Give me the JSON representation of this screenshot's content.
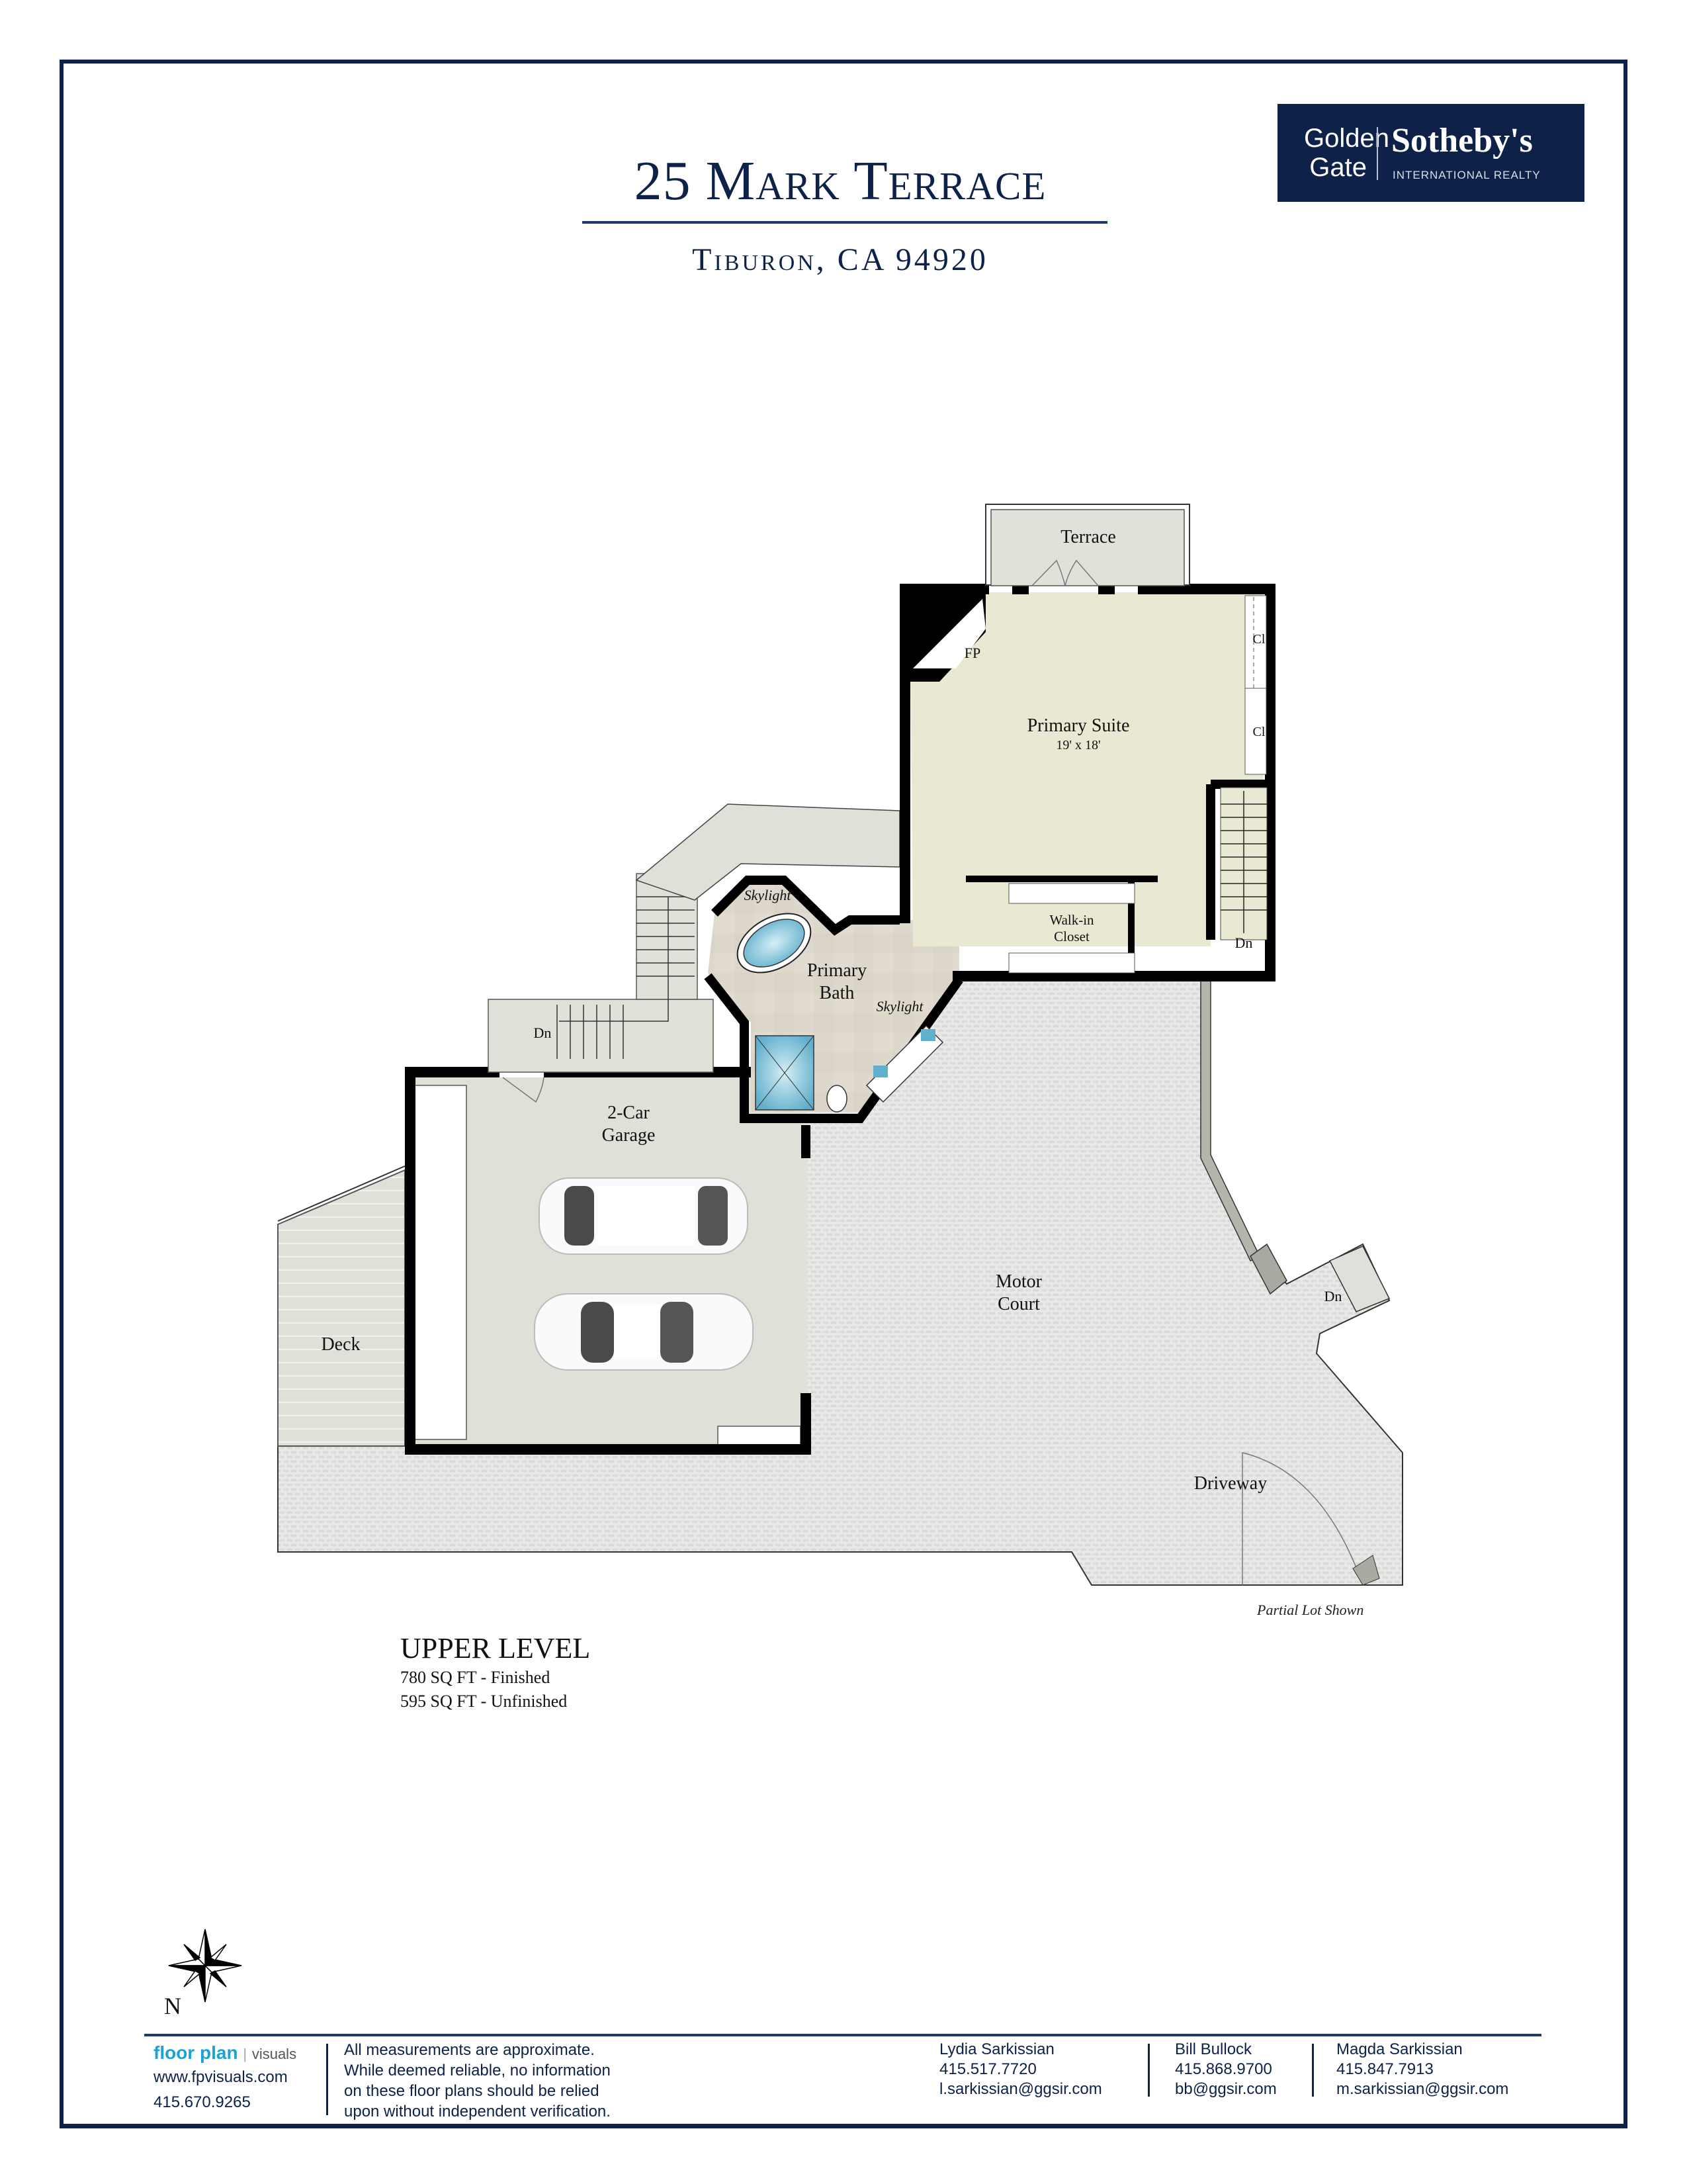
{
  "header": {
    "title": "25 Mark Terrace",
    "subtitle": "Tiburon, CA 94920"
  },
  "logo": {
    "line1": "Golden",
    "line2": "Gate",
    "brand": "Sotheby's",
    "tagline": "INTERNATIONAL REALTY",
    "background": "#0d2149"
  },
  "floor_plan": {
    "rooms": {
      "terrace": "Terrace",
      "fireplace": "FP",
      "primary_suite": "Primary Suite",
      "primary_suite_dims": "19' x 18'",
      "closet_1": "Cl",
      "closet_2": "Cl",
      "walk_in_closet_line1": "Walk-in",
      "walk_in_closet_line2": "Closet",
      "stair_down_east": "Dn",
      "skylight_1": "Skylight",
      "skylight_2": "Skylight",
      "primary_bath_line1": "Primary",
      "primary_bath_line2": "Bath",
      "stair_down_west": "Dn",
      "garage_line1": "2-Car",
      "garage_line2": "Garage",
      "motor_court_line1": "Motor",
      "motor_court_line2": "Court",
      "stair_down_court": "Dn",
      "deck": "Deck",
      "driveway": "Driveway"
    },
    "note": "Partial Lot Shown",
    "colors": {
      "wall": "#000000",
      "suite_floor": "#e9e8d3",
      "bath_floor": "#ddd9cc",
      "garage_floor": "#e0e0d8",
      "paving": "#e4e4e2",
      "water": "#7fc1d8"
    }
  },
  "level": {
    "name": "UPPER LEVEL",
    "finished": "780 SQ FT - Finished",
    "unfinished": "595 SQ FT - Unfinished"
  },
  "compass": {
    "label": "N"
  },
  "footer": {
    "company": {
      "brand_bold": "floor plan",
      "brand_sep": "|",
      "brand_light": "visuals",
      "website": "www.fpvisuals.com",
      "phone": "415.670.9265"
    },
    "disclaimer": [
      "All measurements are approximate.",
      "While deemed reliable, no information",
      "on these floor plans should be relied",
      "upon without independent verification."
    ],
    "agents": [
      {
        "name": "Lydia Sarkissian",
        "phone": "415.517.7720",
        "email": "l.sarkissian@ggsir.com"
      },
      {
        "name": "Bill Bullock",
        "phone": "415.868.9700",
        "email": "bb@ggsir.com"
      },
      {
        "name": "Magda Sarkissian",
        "phone": "415.847.7913",
        "email": "m.sarkissian@ggsir.com"
      }
    ]
  }
}
